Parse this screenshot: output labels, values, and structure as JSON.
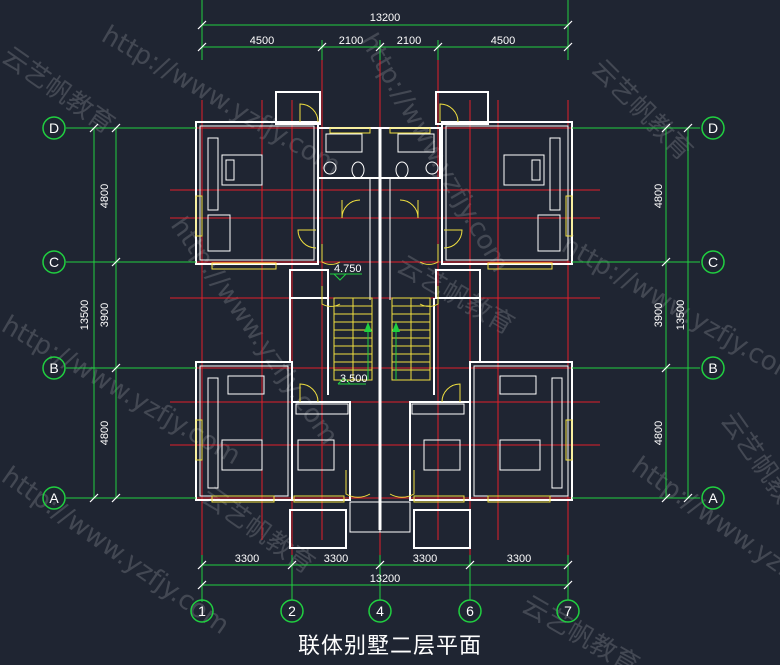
{
  "title": "联体别墅二层平面",
  "watermark": {
    "url": "http://www.yzfjy.com",
    "brand": "云艺帆教育"
  },
  "dimensions": {
    "top_total": "13200",
    "top_segments": [
      "4500",
      "2100",
      "2100",
      "4500"
    ],
    "bottom_segments": [
      "3300",
      "3300",
      "3300",
      "3300"
    ],
    "bottom_total": "13200",
    "left_segments": [
      "4800",
      "3900",
      "4800"
    ],
    "left_total": "13500",
    "right_segments": [
      "4800",
      "3900",
      "4800"
    ],
    "right_total": "13500"
  },
  "axes": {
    "rows": [
      "D",
      "C",
      "B",
      "A"
    ],
    "columns": [
      "1",
      "2",
      "4",
      "6",
      "7"
    ]
  },
  "levels": {
    "landing": "4.750",
    "stair": "3.500"
  },
  "colors": {
    "background": "#1f2532",
    "wall": "#ffffff",
    "axis_line": "#e0202a",
    "dimension": "#20d040",
    "window": "#f0e040",
    "door": "#f0e040",
    "stair_arrow": "#20d040"
  }
}
